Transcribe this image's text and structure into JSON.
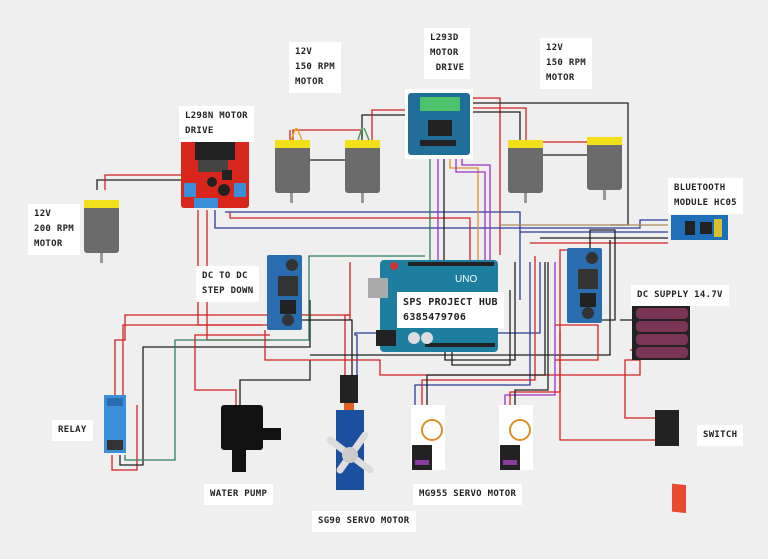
{
  "diagram": {
    "title": "Arduino robot wiring diagram",
    "background": "#efefef",
    "components": [
      {
        "id": "l298n",
        "label": "L298N MOTOR\nDRIVE"
      },
      {
        "id": "l293d",
        "label": "L293D\nMOTOR\n DRIVE"
      },
      {
        "id": "motor-150-left",
        "label": "12V\n150 RPM\nMOTOR"
      },
      {
        "id": "motor-150-right",
        "label": "12V\n150 RPM\nMOTOR"
      },
      {
        "id": "motor-200",
        "label": "12V\n200 RPM\nMOTOR"
      },
      {
        "id": "bluetooth",
        "label": "BLUETOOTH\nMODULE HC05"
      },
      {
        "id": "arduino",
        "label": "SPS PROJECT HUB\n6385479706"
      },
      {
        "id": "stepdown",
        "label": "DC TO DC\nSTEP DOWN"
      },
      {
        "id": "battery",
        "label": "DC SUPPLY 14.7V"
      },
      {
        "id": "relay",
        "label": "RELAY"
      },
      {
        "id": "pump",
        "label": "WATER PUMP"
      },
      {
        "id": "sg90",
        "label": "SG90 SERVO MOTOR"
      },
      {
        "id": "mg955",
        "label": "MG955 SERVO MOTOR"
      },
      {
        "id": "switch",
        "label": "SWITCH"
      }
    ],
    "arduino_board_text": "UNO",
    "colors": {
      "wire_red": "#d32222",
      "wire_black": "#222222",
      "wire_green": "#2e7d5b",
      "wire_purple": "#9b30c8",
      "wire_blue": "#2b3a9a",
      "wire_orange": "#e0902a",
      "wire_tan": "#b08a5a",
      "board_blue": "#1f6f9a",
      "board_red": "#d9261c",
      "motor_yellow": "#f2e11a",
      "motor_grey": "#6b6b6b",
      "battery_purple": "#7a3456"
    }
  }
}
